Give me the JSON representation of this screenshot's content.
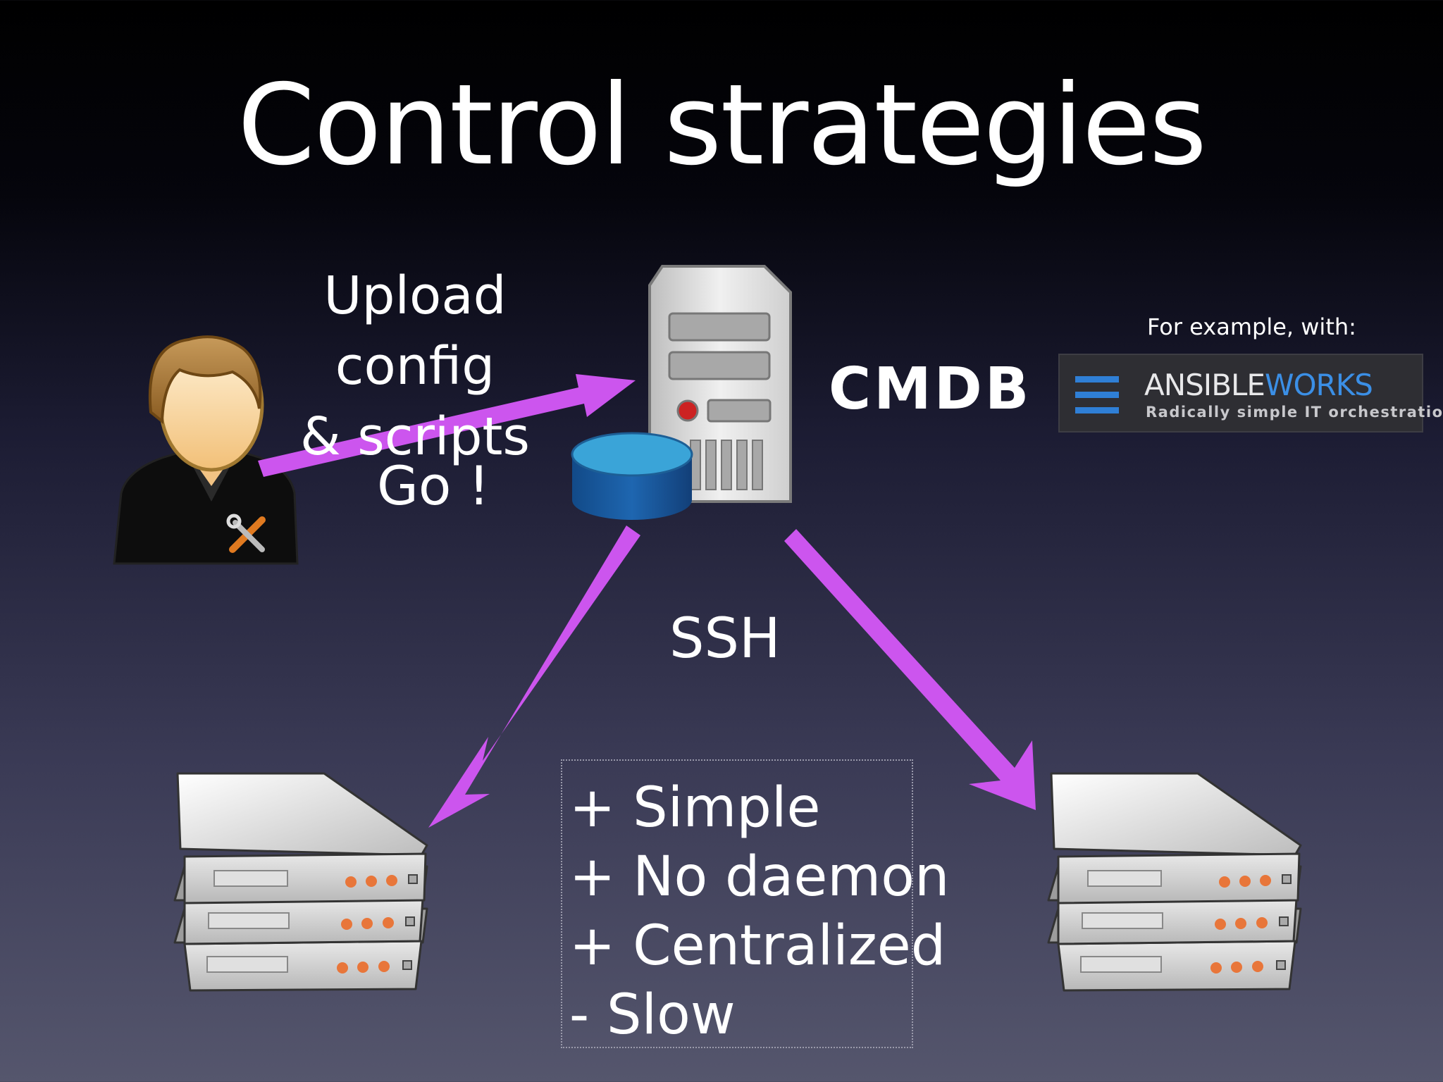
{
  "title": "Control strategies",
  "labels": {
    "upload": "Upload config\n& scripts",
    "go": "Go !",
    "ssh": "SSH",
    "cmdb": "CMDB",
    "example": "For example, with:"
  },
  "ansible_logo": {
    "brand_a": "ANSIBLE",
    "brand_b": "WORKS",
    "tagline": "Radically simple IT orchestration"
  },
  "pros_cons": [
    "+ Simple",
    "+ No daemon",
    "+ Centralized",
    "- Slow"
  ],
  "colors": {
    "arrow": "#cc55ee",
    "db": "#2f9bd0",
    "server_body": "#d8d8d8",
    "led": "#e8763a"
  },
  "icons": [
    "admin-user-icon",
    "tools-icon",
    "tower-server-icon",
    "database-icon",
    "rack-server-icon"
  ]
}
